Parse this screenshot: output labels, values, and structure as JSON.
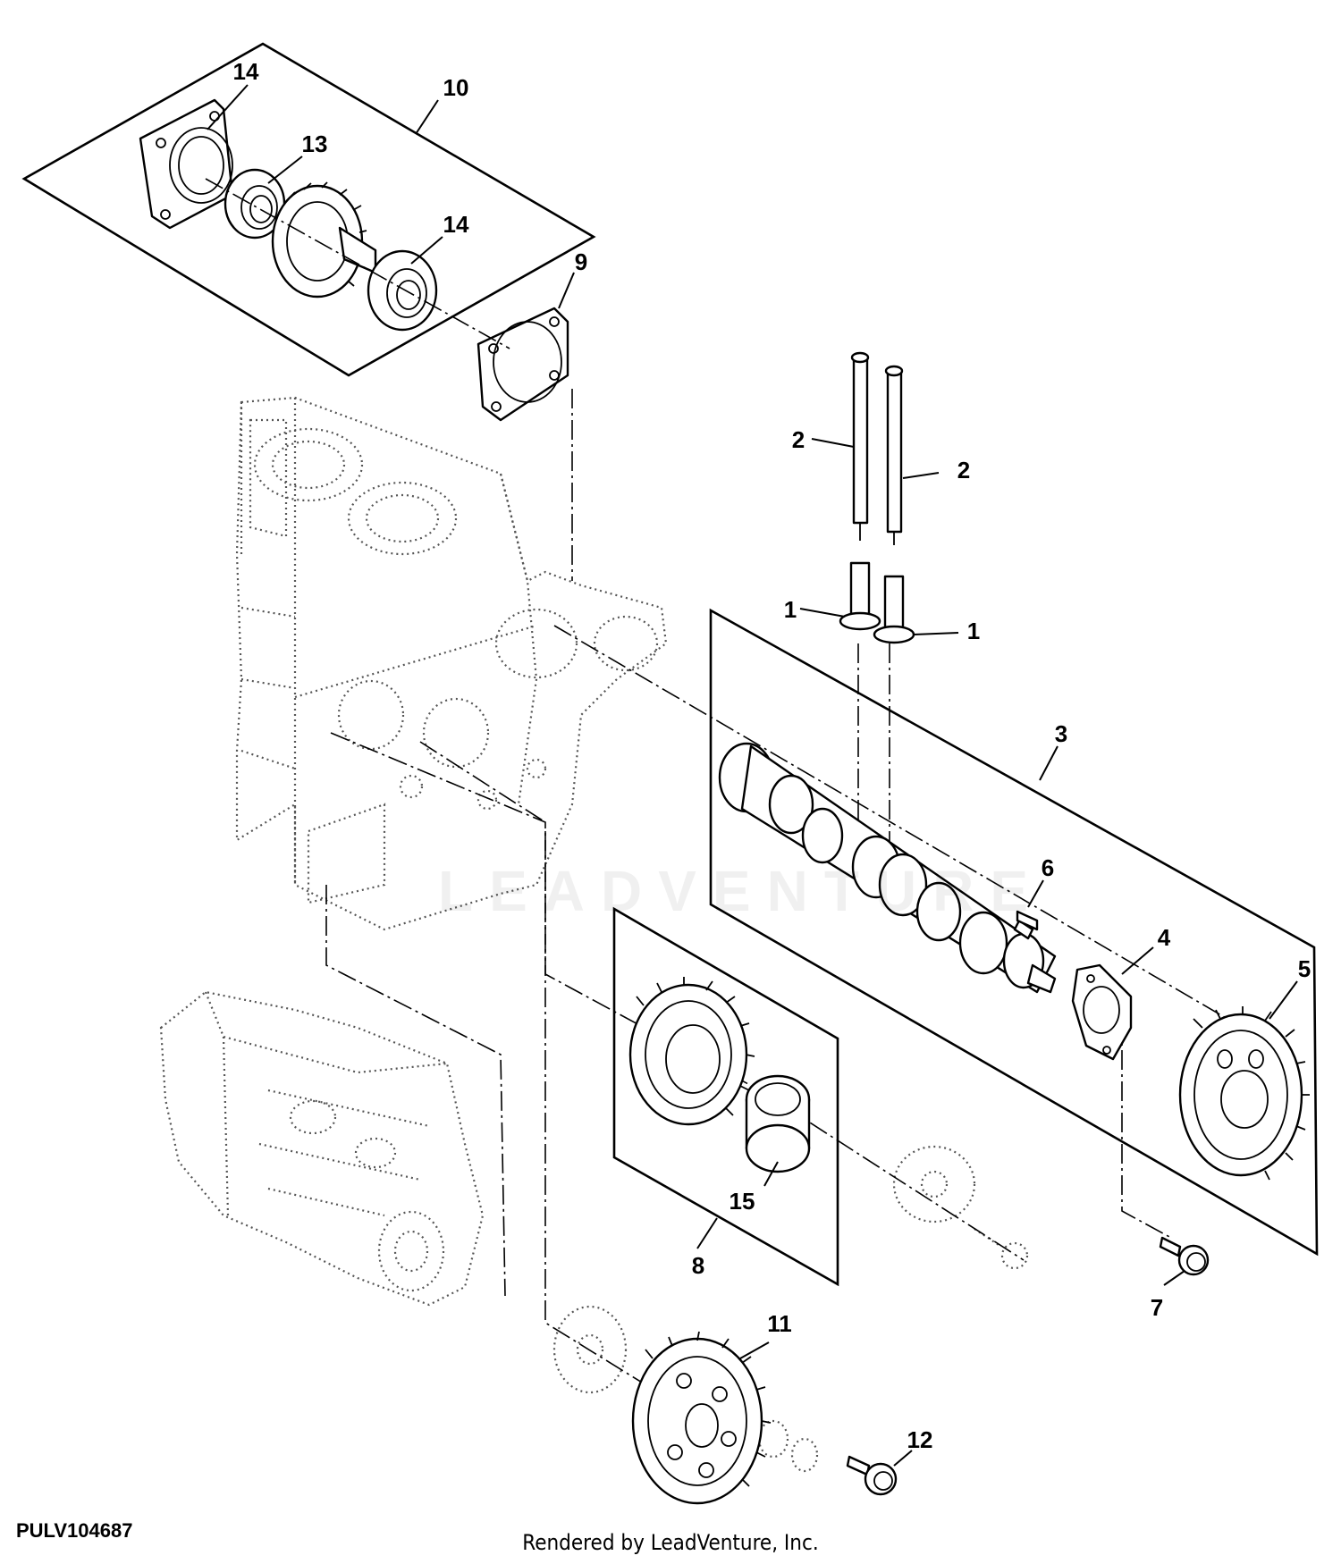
{
  "diagram": {
    "id_label": "PULV104687",
    "footer": "Rendered by LeadVenture, Inc.",
    "watermark": "LEADVENTURE"
  },
  "callouts": [
    {
      "key": "c1a",
      "label": "1"
    },
    {
      "key": "c1b",
      "label": "1"
    },
    {
      "key": "c2a",
      "label": "2"
    },
    {
      "key": "c2b",
      "label": "2"
    },
    {
      "key": "c3",
      "label": "3"
    },
    {
      "key": "c4",
      "label": "4"
    },
    {
      "key": "c5",
      "label": "5"
    },
    {
      "key": "c6",
      "label": "6"
    },
    {
      "key": "c7",
      "label": "7"
    },
    {
      "key": "c8",
      "label": "8"
    },
    {
      "key": "c9",
      "label": "9"
    },
    {
      "key": "c10",
      "label": "10"
    },
    {
      "key": "c11",
      "label": "11"
    },
    {
      "key": "c12",
      "label": "12"
    },
    {
      "key": "c13",
      "label": "13"
    },
    {
      "key": "c14a",
      "label": "14"
    },
    {
      "key": "c14b",
      "label": "14"
    },
    {
      "key": "c15",
      "label": "15"
    }
  ]
}
